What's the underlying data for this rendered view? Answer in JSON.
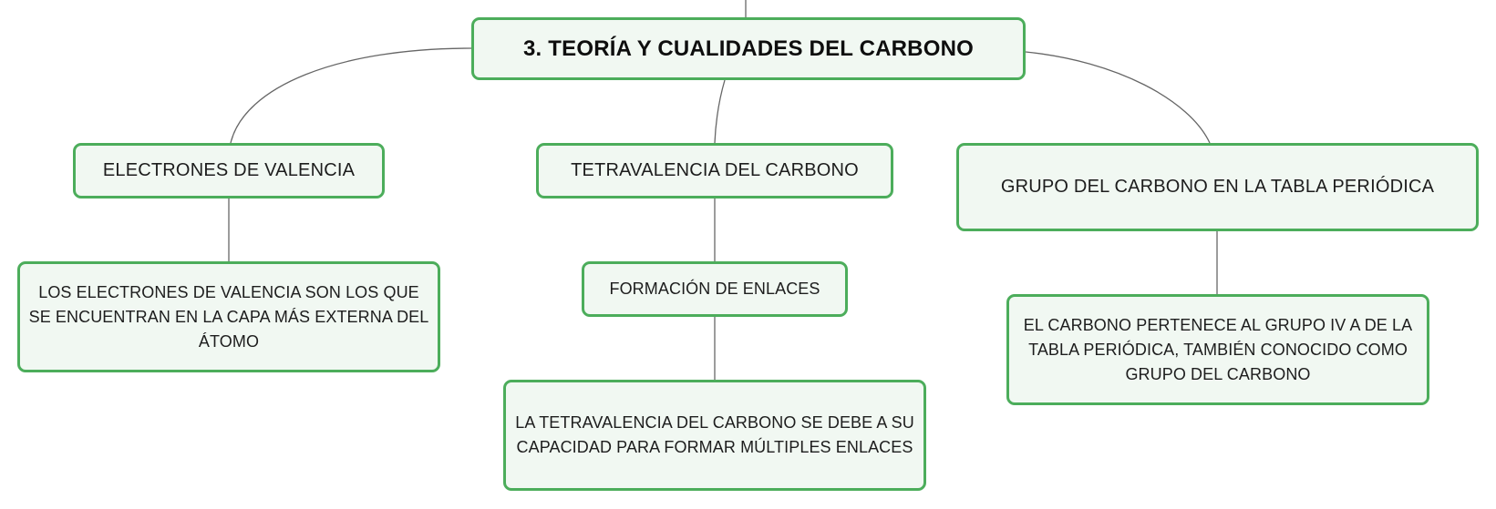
{
  "root": {
    "label": "3. TEORÍA Y CUALIDADES DEL CARBONO"
  },
  "branches": [
    {
      "topic": "ELECTRONES DE VALENCIA",
      "detail": "LOS ELECTRONES DE VALENCIA SON LOS QUE SE ENCUENTRAN EN LA CAPA MÁS EXTERNA DEL ÁTOMO"
    },
    {
      "topic": "TETRAVALENCIA DEL CARBONO",
      "subtopic": "FORMACIÓN DE ENLACES",
      "detail": "LA TETRAVALENCIA DEL CARBONO SE DEBE A SU CAPACIDAD PARA FORMAR MÚLTIPLES ENLACES"
    },
    {
      "topic": "GRUPO DEL CARBONO EN LA TABLA PERIÓDICA",
      "detail": "EL CARBONO PERTENECE AL GRUPO IV A DE LA TABLA PERIÓDICA, TAMBIÉN CONOCIDO COMO GRUPO DEL CARBONO"
    }
  ],
  "colors": {
    "node_border": "#4cad5b",
    "node_fill": "#f1f8f2",
    "connector": "#666666"
  }
}
